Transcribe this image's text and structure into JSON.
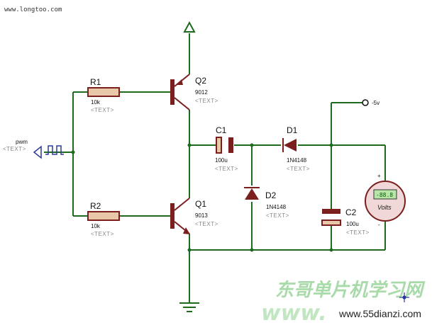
{
  "site_url": "www.longtoo.com",
  "input": {
    "name": "pwm",
    "placeholder": "<TEXT>"
  },
  "supply": {
    "label": "-5v"
  },
  "components": {
    "R1": {
      "ref": "R1",
      "value": "10k",
      "placeholder": "<TEXT>"
    },
    "R2": {
      "ref": "R2",
      "value": "10k",
      "placeholder": "<TEXT>"
    },
    "Q1": {
      "ref": "Q1",
      "value": "9013",
      "placeholder": "<TEXT>"
    },
    "Q2": {
      "ref": "Q2",
      "value": "9012",
      "placeholder": "<TEXT>"
    },
    "C1": {
      "ref": "C1",
      "value": "100u",
      "placeholder": "<TEXT>"
    },
    "C2": {
      "ref": "C2",
      "value": "100u",
      "placeholder": "<TEXT>"
    },
    "D1": {
      "ref": "D1",
      "value": "1N4148",
      "placeholder": "<TEXT>"
    },
    "D2": {
      "ref": "D2",
      "value": "1N4148",
      "placeholder": "<TEXT>"
    }
  },
  "voltmeter": {
    "display": "-88.8",
    "label": "Volts",
    "plus": "+",
    "minus": "-"
  },
  "watermark": {
    "cn_line": "东哥单片机学习网",
    "url": "www.55dianzi.com"
  },
  "colors": {
    "wire": "#1e6b1e",
    "part": "#7a1e1e",
    "body": "#e8c8a8"
  }
}
